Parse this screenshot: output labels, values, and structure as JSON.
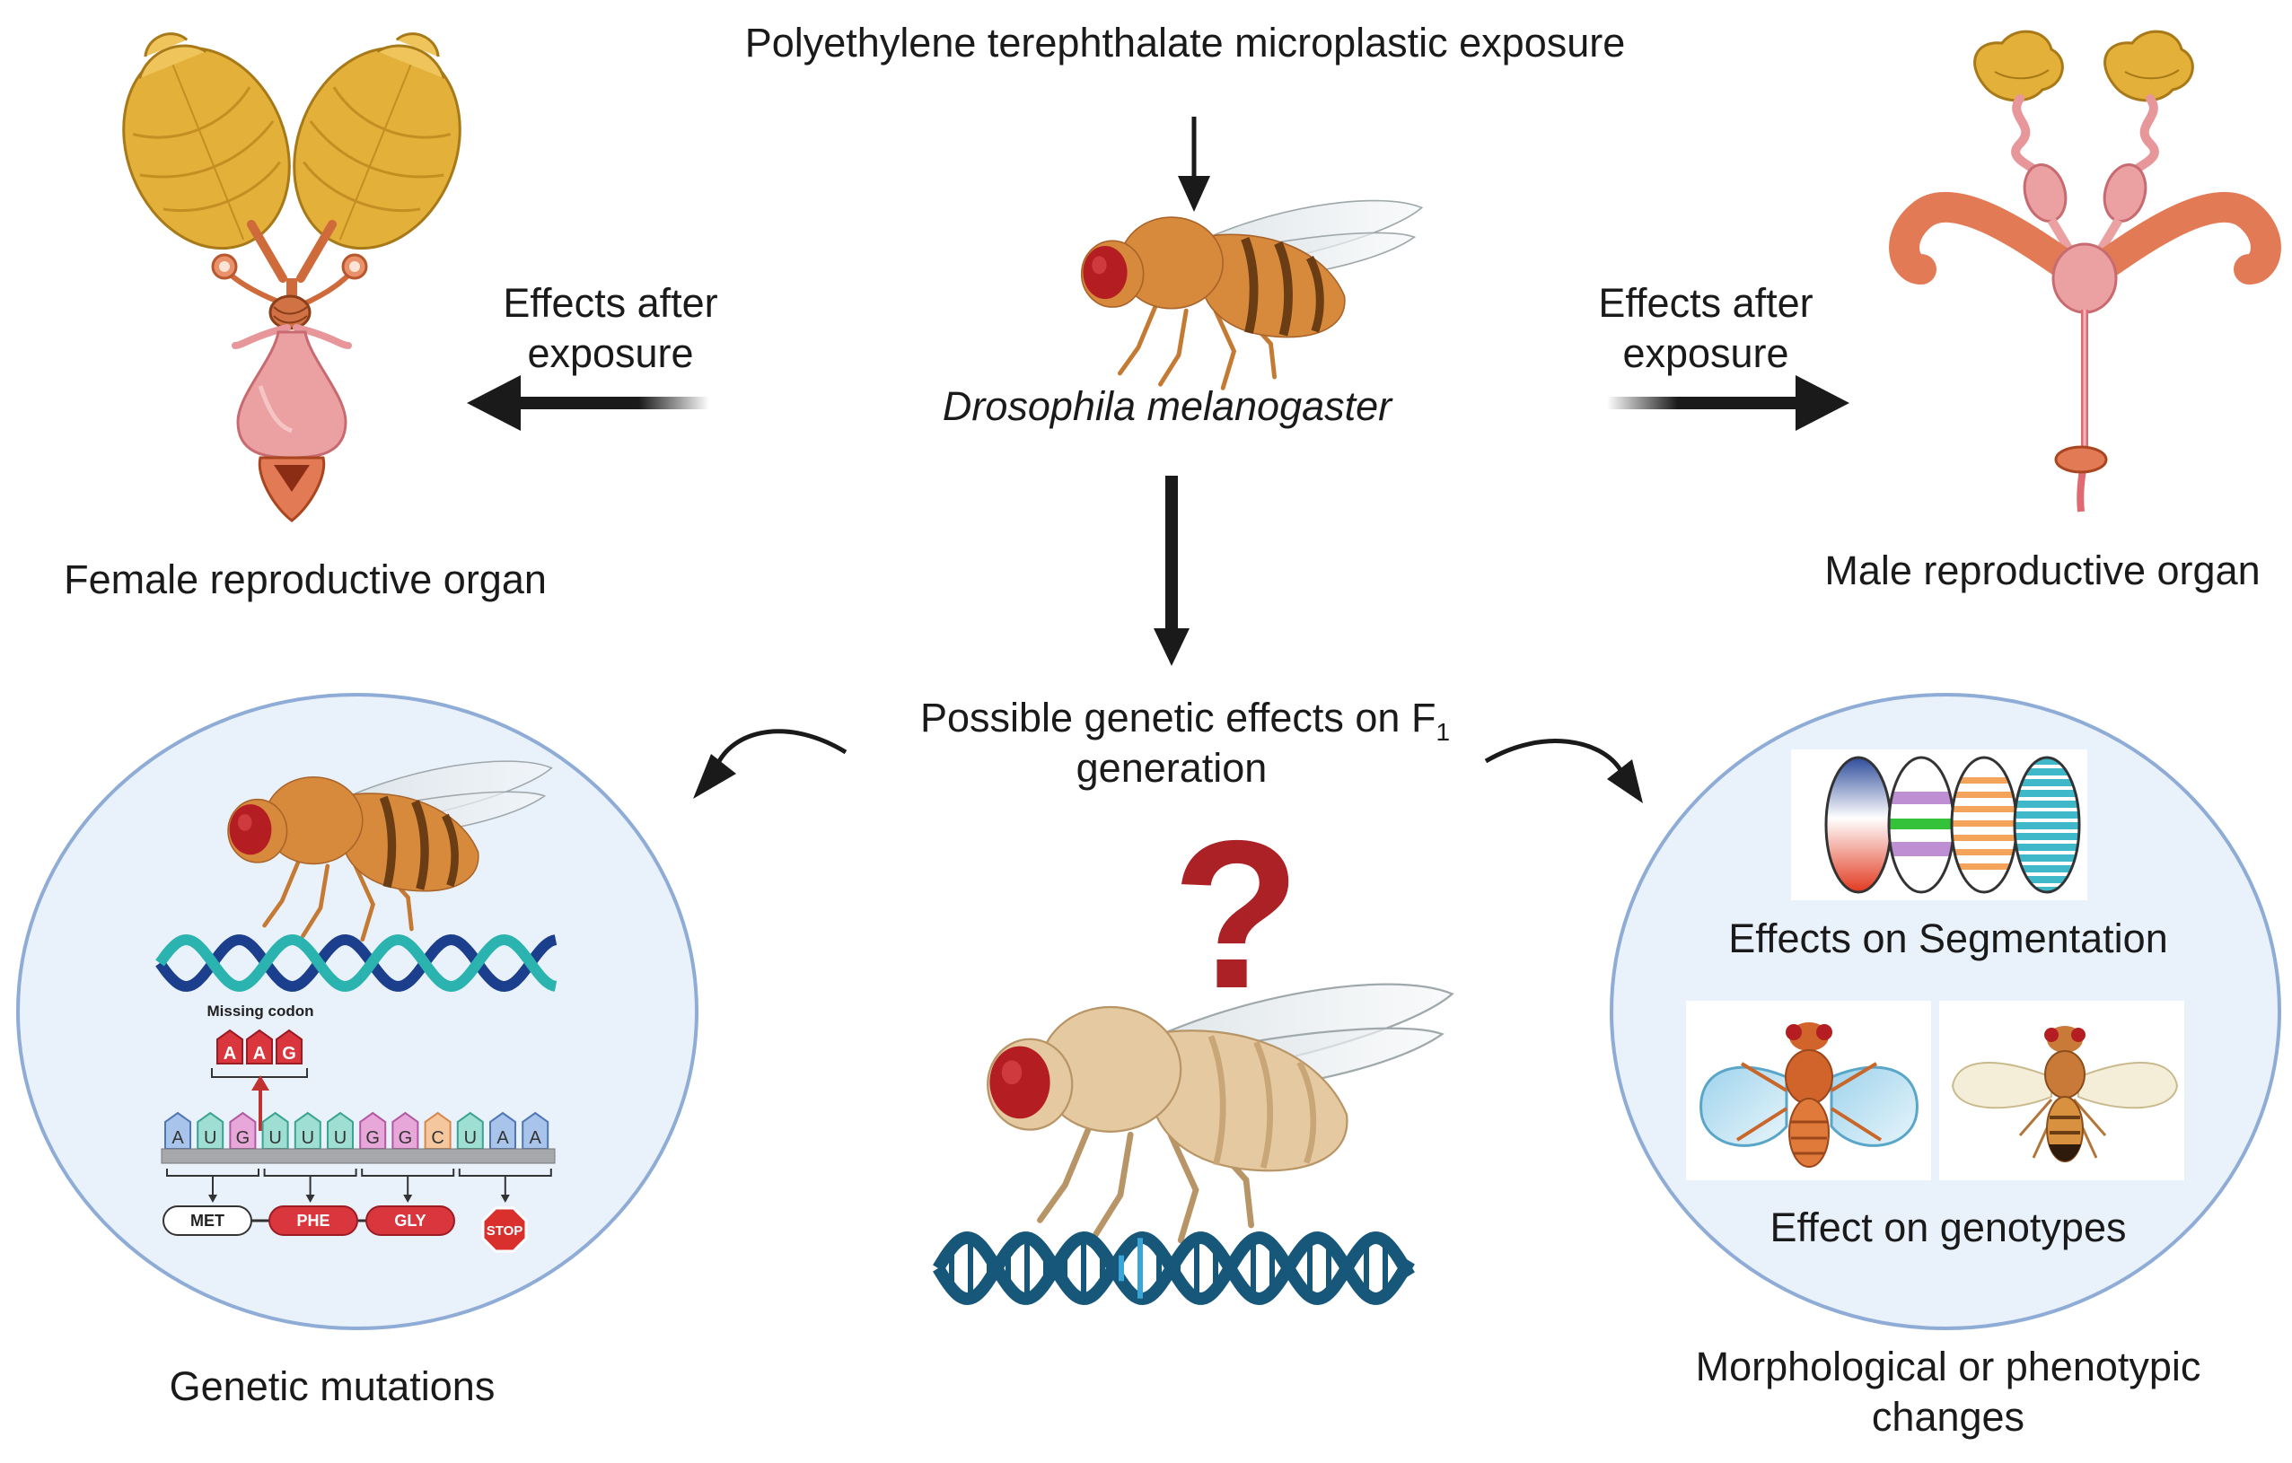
{
  "title": "Polyethylene terephthalate microplastic exposure",
  "center_species": "Drosophila melanogaster",
  "left_arrow_text": {
    "line1": "Effects after",
    "line2": "exposure"
  },
  "right_arrow_text": {
    "line1": "Effects after",
    "line2": "exposure"
  },
  "female_label": "Female reproductive organ",
  "male_label": "Male reproductive organ",
  "f1_text": {
    "line1_prefix": "Possible genetic effects on F",
    "subscript": "1",
    "line2": "generation"
  },
  "question_mark": "?",
  "genetic": {
    "label": "Genetic mutations",
    "missing_codon": "Missing codon",
    "inserted_codon": [
      "A",
      "A",
      "G"
    ],
    "sequence": [
      "A",
      "U",
      "G",
      "U",
      "U",
      "U",
      "G",
      "G",
      "C",
      "U",
      "A",
      "A"
    ],
    "proteins": [
      "MET",
      "PHE",
      "GLY",
      "STOP"
    ]
  },
  "morph": {
    "segmentation_label": "Effects on Segmentation",
    "genotype_label": "Effect on genotypes",
    "outer_label_line1": "Morphological or phenotypic",
    "outer_label_line2": "changes"
  },
  "colors": {
    "circle_fill": "#e9f1fb",
    "circle_stroke": "#8eacd6",
    "arrow": "#1a1a1a",
    "ovary_gold": "#e3b03a",
    "organ_pink": "#eba0a2",
    "testis_orange": "#e27a55",
    "fly_orange": "#d88a3c",
    "fly_pale": "#e5c9a0",
    "eye_red": "#b41e22",
    "dna_dark_blue": "#1b3f8c",
    "dna_teal": "#2bb3b0",
    "dna_navy": "#17577a",
    "question_red": "#ab2125",
    "stop_red": "#d9302e"
  }
}
